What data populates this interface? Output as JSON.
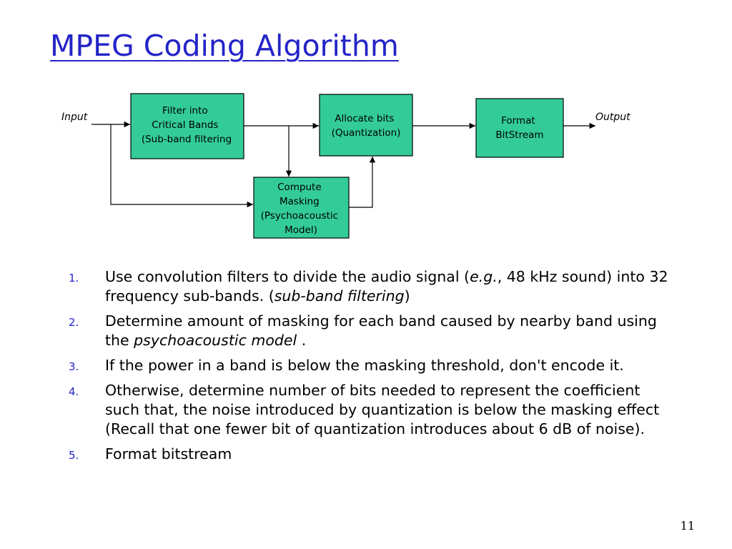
{
  "slide": {
    "title": "MPEG Coding Algorithm",
    "page_number": "11"
  },
  "diagram": {
    "input_label": "Input",
    "output_label": "Output",
    "box_color": "#33cc99",
    "boxes": {
      "filter": [
        "Filter into",
        "Critical Bands",
        "(Sub-band filtering"
      ],
      "allocate": [
        "Allocate bits",
        "(Quantization)"
      ],
      "format": [
        "Format",
        "BitStream"
      ],
      "masking": [
        "Compute",
        "Masking",
        "(Psychoacoustic",
        "Model)"
      ]
    }
  },
  "steps": [
    {
      "num": "1.",
      "parts": [
        {
          "text": "Use convolution filters to divide the audio signal (",
          "italic": false
        },
        {
          "text": "e.g.",
          "italic": true
        },
        {
          "text": ", 48 kHz sound) into 32 frequency sub-bands. (",
          "italic": false
        },
        {
          "text": "sub-band filtering",
          "italic": true
        },
        {
          "text": ")",
          "italic": false
        }
      ]
    },
    {
      "num": "2.",
      "parts": [
        {
          "text": "Determine amount of masking for each band caused by nearby band using the ",
          "italic": false
        },
        {
          "text": "psychoacoustic model",
          "italic": true
        },
        {
          "text": " .",
          "italic": false
        }
      ]
    },
    {
      "num": "3.",
      "parts": [
        {
          "text": "If the power in a band is below the masking threshold, don't encode it.",
          "italic": false
        }
      ]
    },
    {
      "num": "4.",
      "parts": [
        {
          "text": "Otherwise, determine number of bits needed to represent the coefficient such that, the noise introduced by quantization is below the masking effect (Recall that one fewer bit of quantization introduces about 6 dB of noise).",
          "italic": false
        }
      ]
    },
    {
      "num": "5.",
      "parts": [
        {
          "text": "Format bitstream",
          "italic": false
        }
      ]
    }
  ]
}
